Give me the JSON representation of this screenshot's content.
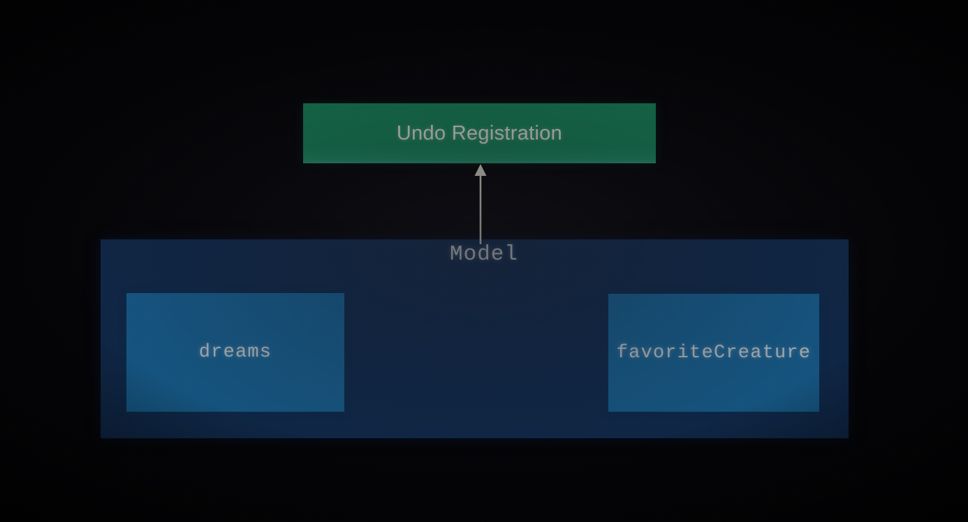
{
  "slide": {
    "background_color": "#050508",
    "action_button": {
      "label": "Undo Registration",
      "fill_color": "#17885d",
      "text_color": "#e9ece2",
      "icon": "none"
    },
    "connector": {
      "icon": "up-arrow-icon",
      "direction": "up",
      "color": "#eae7d8",
      "from": "Model",
      "to": "Undo Registration"
    },
    "model": {
      "label": "Model",
      "fill_color": "#123159",
      "text_color": "#dfe3e6",
      "properties": [
        {
          "name": "dreams",
          "fill_color": "#1a6ea6",
          "text_color": "#d9e2e8"
        },
        {
          "name": "favoriteCreature",
          "fill_color": "#1a6ea6",
          "text_color": "#d9e2e8"
        }
      ]
    }
  }
}
